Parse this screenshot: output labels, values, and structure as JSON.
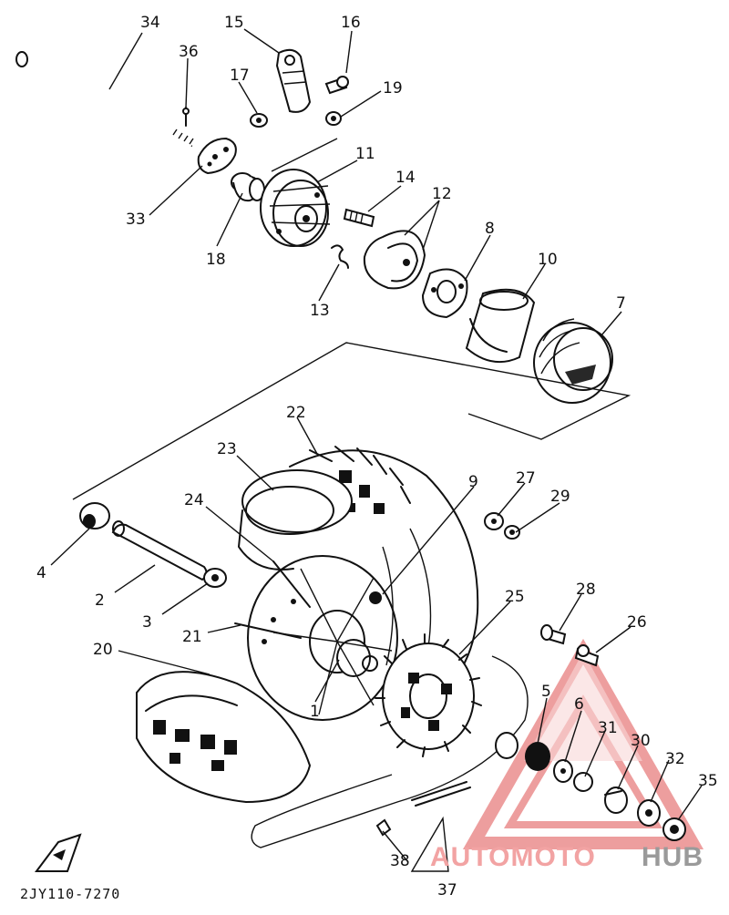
{
  "diagram": {
    "callouts": {
      "c1": "1",
      "c2": "2",
      "c3": "3",
      "c4": "4",
      "c5": "5",
      "c6": "6",
      "c7": "7",
      "c8": "8",
      "c9": "9",
      "c10": "10",
      "c11": "11",
      "c12": "12",
      "c13": "13",
      "c14": "14",
      "c15": "15",
      "c16": "16",
      "c17": "17",
      "c18": "18",
      "c19": "19",
      "c20": "20",
      "c21": "21",
      "c22": "22",
      "c23": "23",
      "c24": "24",
      "c25": "25",
      "c26": "26",
      "c27": "27",
      "c28": "28",
      "c29": "29",
      "c30": "30",
      "c31": "31",
      "c32": "32",
      "c33": "33",
      "c34": "34",
      "c35": "35",
      "c36": "36",
      "c37": "37",
      "c38": "38"
    },
    "footer_code": "2JY110-7270"
  },
  "watermark": {
    "part1": "AUTOMOTO",
    "part2": "HUB",
    "color_part1": "#f2a3a3",
    "color_part2": "#9a9a9a",
    "triangle_color": "#e05050"
  }
}
